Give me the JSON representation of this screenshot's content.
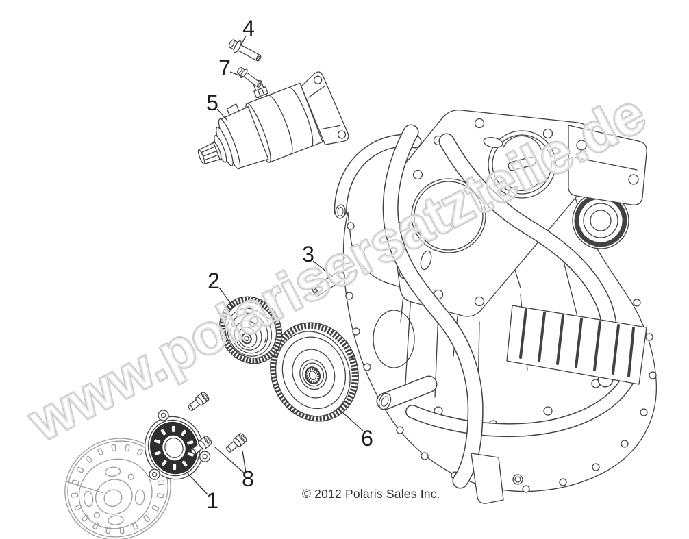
{
  "art": {
    "background_color": "#ffffff",
    "line_color": "#424242",
    "light_line_color": "#9a9a9a",
    "dark_fill_color": "#2e2e2e",
    "watermark": {
      "text": "www.polarisersatzteile.de",
      "outline_color": "#cccccc",
      "fill_color": "rgba(255,255,255,0.55)"
    },
    "copyright": "© 2012 Polaris Sales Inc.",
    "callouts": [
      {
        "label": "1"
      },
      {
        "label": "2"
      },
      {
        "label": "3"
      },
      {
        "label": "4"
      },
      {
        "label": "5"
      },
      {
        "label": "6"
      },
      {
        "label": "7"
      },
      {
        "label": "8"
      }
    ]
  }
}
